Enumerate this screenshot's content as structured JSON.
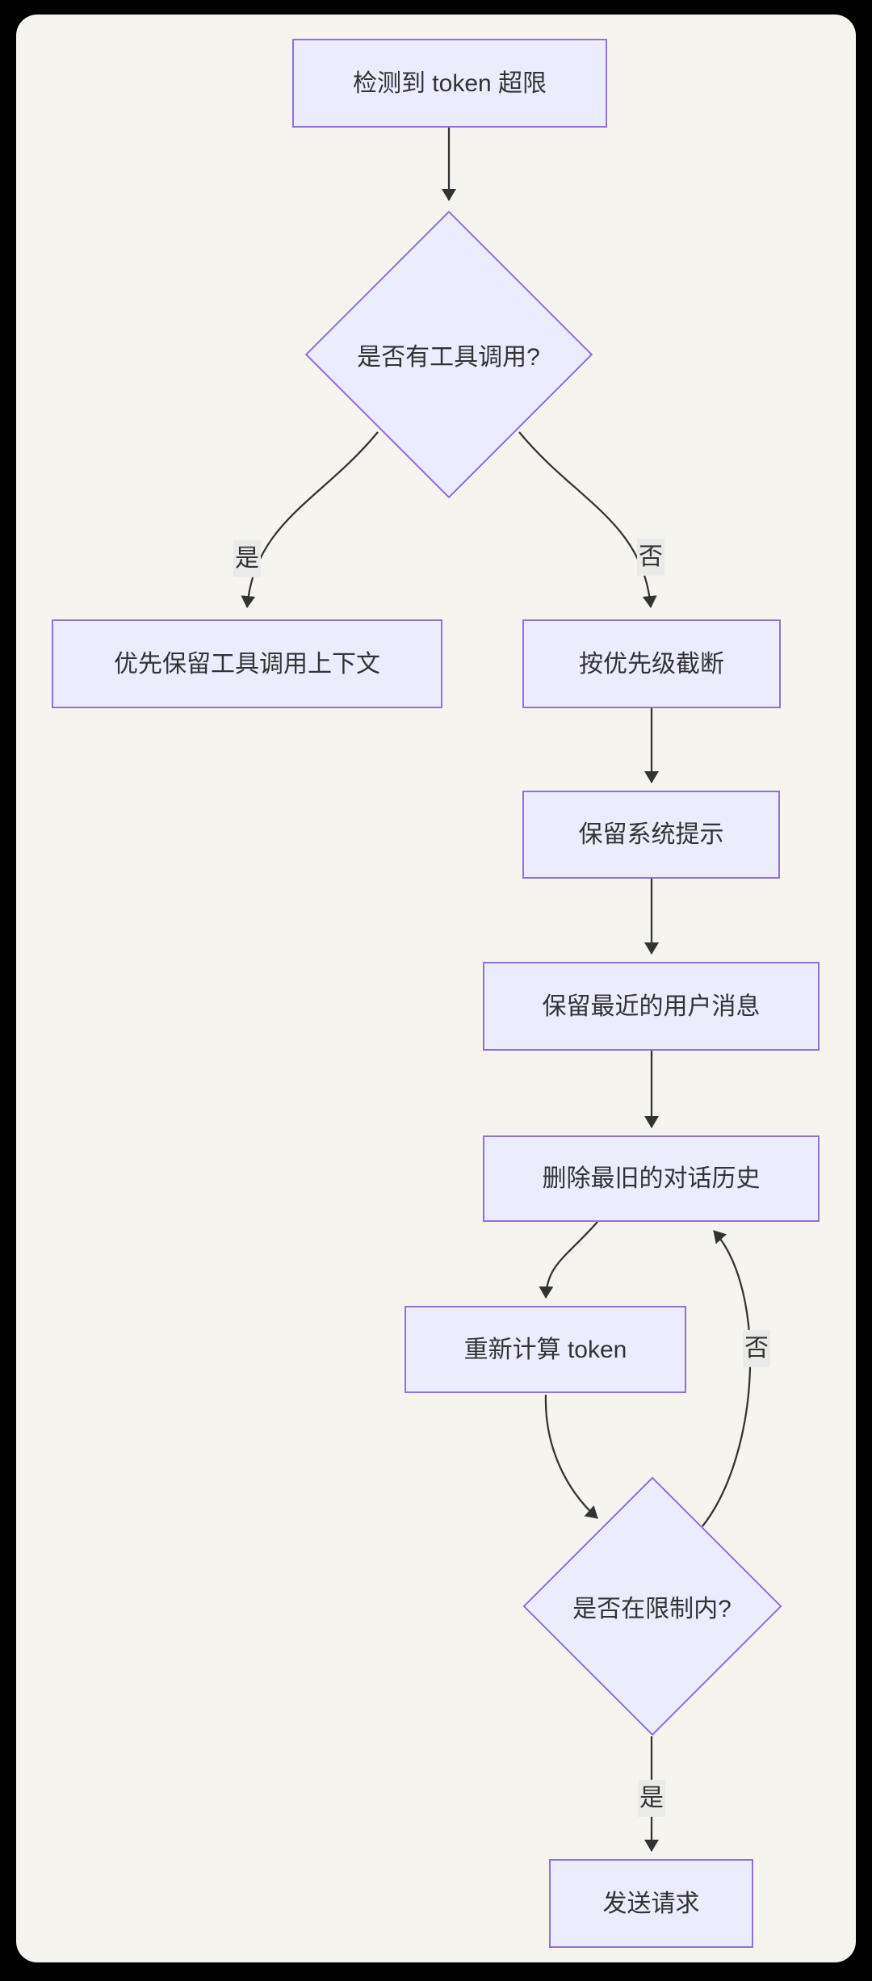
{
  "theme": {
    "outer_bg": "#000000",
    "panel_bg": "#F5F4EF",
    "node_fill": "#ECECFF",
    "node_border": "#9370DB",
    "edge_color": "#333333",
    "label_bg": "#EAEAE9",
    "text_color": "#333333"
  },
  "diagram_type": "flowchart",
  "nodes": {
    "start": {
      "label": "检测到 token 超限"
    },
    "has_tool_call": {
      "label": "是否有工具调用?"
    },
    "keep_tool_context": {
      "label": "优先保留工具调用上下文"
    },
    "truncate_priority": {
      "label": "按优先级截断"
    },
    "keep_system_prompt": {
      "label": "保留系统提示"
    },
    "keep_recent_user": {
      "label": "保留最近的用户消息"
    },
    "delete_oldest": {
      "label": "删除最旧的对话历史"
    },
    "recount_token": {
      "label": "重新计算 token"
    },
    "within_limit": {
      "label": "是否在限制内?"
    },
    "send_request": {
      "label": "发送请求"
    }
  },
  "edge_labels": {
    "yes_tool": "是",
    "no_tool": "否",
    "no_limit": "否",
    "yes_limit": "是"
  }
}
